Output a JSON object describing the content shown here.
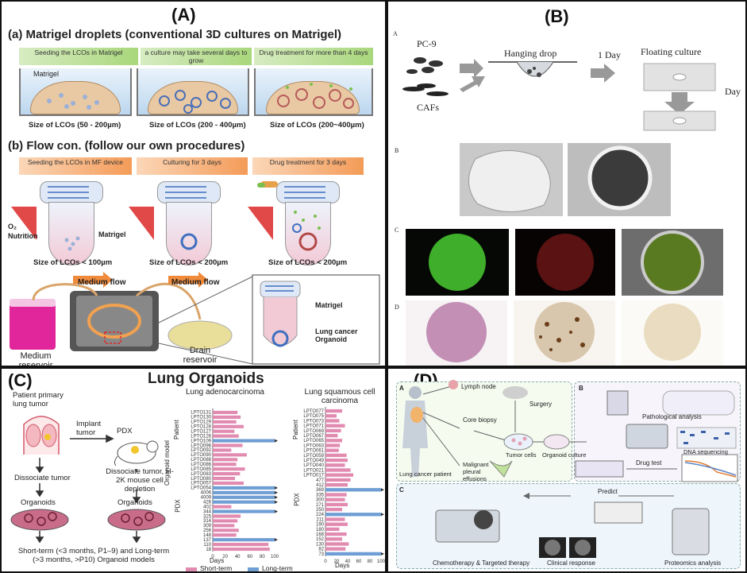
{
  "panels": {
    "A": {
      "label": "(A)",
      "sec_a_title": "(a) Matrigel droplets (conventional 3D cultures on Matrigel)",
      "sec_a_steps": [
        "Seeding the LCOs in Matrigel",
        "a culture may take several days to grow",
        "Drug treatment for more than 4 days"
      ],
      "matrigel": "Matrigel",
      "sizes_a": [
        "Size of LCOs (50 - 200µm)",
        "Size of LCOs (200 - 400µm)",
        "Size of LCOs (200~400µm)"
      ],
      "sec_b_title": "(b) Flow con. (follow our own procedures)",
      "sec_b_steps": [
        "Seeding the LCOs in MF device",
        "Culturing for 3 days",
        "Drug treatment for 3 days"
      ],
      "o2": "O₂",
      "nutrition": "Nutrition",
      "sizes_b": [
        "Size of LCOs < 100µm",
        "Size of LCOs < 200µm",
        "Size of LCOs < 200µm"
      ],
      "medium_flow": "Medium flow",
      "medium_reservoir": "Medium reservoir",
      "drain_reservoir": "Drain reservoir",
      "lung_cancer_organoid": "Lung cancer Organoid"
    },
    "B": {
      "label": "(B)",
      "sub": [
        "A",
        "B",
        "C",
        "D"
      ],
      "pc9": "PC-9",
      "cafs": "CAFs",
      "hanging_drop": "Hanging drop",
      "one_day": "1 Day",
      "floating_culture": "Floating culture",
      "day": "Day"
    },
    "C": {
      "label": "(C)",
      "title": "Lung Organoids",
      "patient_tumor": "Patient primary lung tumor",
      "implant_tumor": "Implant tumor",
      "pdx": "PDX",
      "dissociate_tumor": "Dissociate tumor",
      "dissociate_h2k": "Dissociate tumor, H-2K mouse cell depletion",
      "organoids": "Organoids",
      "footnote": "Short-term (<3 months, P1–9) and Long-term (>3 months, >P10) Organoid models",
      "adeno_title": "Lung adenocarcinoma",
      "squam_title": "Lung squamous cell carcinoma",
      "ylabel_patient": "Patient",
      "ylabel_organoid": "Organoid model",
      "ylabel_pdx": "PDX",
      "xlabel": "Days",
      "legend_short": "Short-term",
      "legend_long": "Long-term",
      "colors": {
        "short": "#e28bb1",
        "long": "#6f9ed4"
      }
    },
    "D": {
      "label": "(D)",
      "sub": [
        "A",
        "B",
        "C"
      ],
      "lymph_node": "Lymph node",
      "surgery": "Surgery",
      "core_biopsy": "Core biopsy",
      "tumor_cells": "Tumor cells",
      "organoid_culture": "Organoid culture",
      "malignant": "Malignant pleural effusions",
      "lung_patient": "Lung cancer patient",
      "pathological": "Pathological analysis",
      "dna_seq": "DNA sequencing",
      "drug_test": "Drug test",
      "predict": "Predict",
      "chemo": "Chemotherapy & Targeted therapy",
      "clinical": "Clinical response",
      "proteomics": "Proteomics analysis"
    }
  },
  "chart_data": [
    {
      "type": "bar",
      "title": "Lung adenocarcinoma",
      "xlabel": "Days",
      "xlim": [
        0,
        100
      ],
      "categories": [
        "LPTO131",
        "LPTO130",
        "LPTO129",
        "LPTO128",
        "LPTO127",
        "LPTO126",
        "LPTO109",
        "LPTO096",
        "LPTO092",
        "LPTO090",
        "LPTO088",
        "LPTO086",
        "LPTO085",
        "LPTO083",
        "LPTO080",
        "LPTO057",
        "LPTO054",
        "4006",
        "4009",
        "426",
        "402",
        "344",
        "325",
        "314",
        "309",
        "256",
        "148",
        "137",
        "110",
        "18"
      ],
      "series": [
        {
          "name": "Short-term",
          "values": [
            40,
            45,
            38,
            50,
            35,
            42,
            0,
            48,
            30,
            55,
            40,
            38,
            52,
            44,
            36,
            50,
            0,
            0,
            0,
            0,
            30,
            0,
            45,
            40,
            35,
            42,
            38,
            0,
            90,
            92
          ]
        },
        {
          "name": "Long-term",
          "values": [
            0,
            0,
            0,
            0,
            0,
            0,
            100,
            0,
            0,
            0,
            0,
            0,
            0,
            0,
            0,
            0,
            100,
            100,
            100,
            100,
            0,
            100,
            0,
            0,
            0,
            0,
            0,
            100,
            0,
            0
          ]
        }
      ]
    },
    {
      "type": "bar",
      "title": "Lung squamous cell carcinoma",
      "xlabel": "Days",
      "xlim": [
        0,
        100
      ],
      "categories": [
        "LPTO077",
        "LPTO075",
        "LPTO073",
        "LPTO071",
        "LPTO069",
        "LPTO067",
        "LPTO065",
        "LPTO063",
        "LPTO061",
        "LPTO059",
        "LPTO049",
        "LPTO040",
        "LPTO021",
        "LPTO017",
        "477",
        "412",
        "369",
        "335",
        "300",
        "271",
        "250",
        "224",
        "211",
        "190",
        "180",
        "168",
        "152",
        "130",
        "82",
        "73"
      ],
      "series": [
        {
          "name": "Short-term",
          "values": [
            30,
            20,
            25,
            35,
            28,
            22,
            30,
            26,
            24,
            38,
            40,
            35,
            45,
            50,
            45,
            40,
            0,
            38,
            35,
            40,
            30,
            0,
            35,
            40,
            25,
            38,
            30,
            42,
            36,
            0
          ]
        },
        {
          "name": "Long-term",
          "values": [
            0,
            0,
            0,
            0,
            0,
            0,
            0,
            0,
            0,
            0,
            0,
            0,
            0,
            0,
            0,
            0,
            100,
            0,
            0,
            0,
            0,
            100,
            0,
            0,
            0,
            0,
            0,
            0,
            0,
            100
          ]
        }
      ]
    }
  ]
}
